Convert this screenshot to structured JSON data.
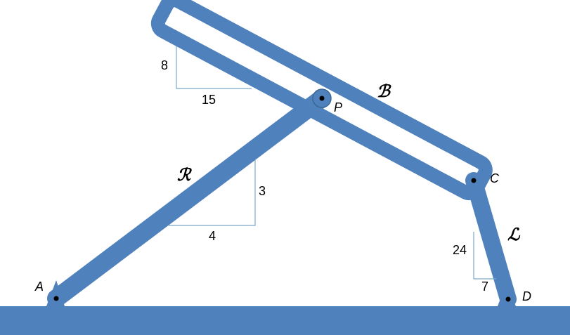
{
  "colors": {
    "member": "#4f81bd",
    "member_dark": "#3c6795",
    "guide": "#7ba7c7",
    "pin": "#000000"
  },
  "labels": {
    "point_a": "A",
    "point_p": "P",
    "point_c": "C",
    "point_d": "D",
    "member_b": "ℬ",
    "member_r": "ℛ",
    "member_l": "ℒ"
  },
  "slopes": {
    "bar_b": {
      "rise": "8",
      "run": "15"
    },
    "bar_r": {
      "rise": "3",
      "run": "4"
    },
    "bar_l": {
      "rise": "24",
      "run": "7"
    }
  }
}
